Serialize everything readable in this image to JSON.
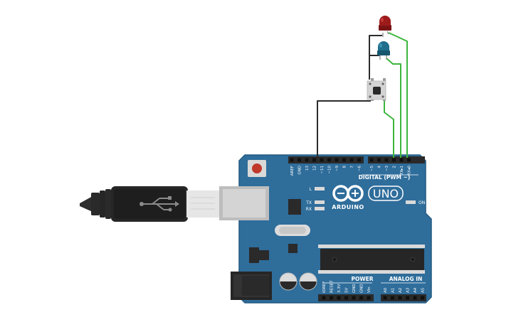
{
  "board": {
    "logo_text": "ARDUINO",
    "model": "UNO",
    "digital_header": "DIGITAL (PWM ~)",
    "power_header": "POWER",
    "analog_header": "ANALOG IN",
    "led_l": "L",
    "led_tx": "TX",
    "led_rx": "RX",
    "led_on": "ON",
    "digital_pins": [
      "AREF",
      "GND",
      "13",
      "12",
      "~11",
      "~10",
      "~9",
      "8",
      "7",
      "~6",
      "~5",
      "4",
      "~3",
      "2",
      "TX▸1",
      "RX◂0"
    ],
    "power_pins": [
      "IOREF",
      "RESET",
      "3.3V",
      "5V",
      "GND",
      "GND",
      "Vin"
    ],
    "analog_pins": [
      "A0",
      "A1",
      "A2",
      "A3",
      "A4",
      "A5"
    ]
  },
  "components": {
    "led_top": "red-led",
    "led_mid": "blue-led",
    "button": "pushbutton",
    "usb": "usb-cable"
  },
  "colors": {
    "board": "#2f6d9b",
    "board_dark": "#245a82",
    "wire_black": "#2b2b2b",
    "wire_green": "#3db53d",
    "led_red": "#9e1b1b",
    "led_blue": "#1e6e8c",
    "reset_button": "#c0392b"
  }
}
